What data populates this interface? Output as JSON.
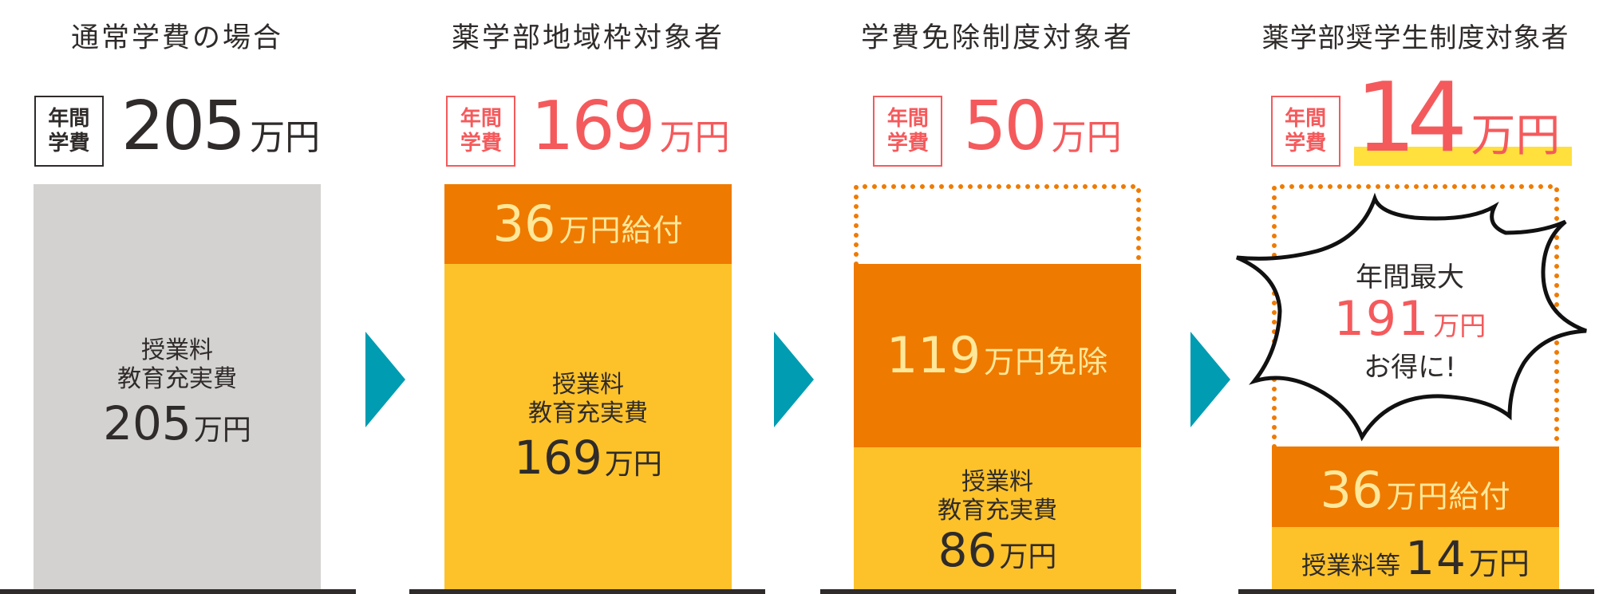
{
  "columns": [
    {
      "title": "通常学費の場合",
      "badge": {
        "line1": "年間",
        "line2": "学費"
      },
      "annual_fee": {
        "value": "205",
        "unit": "万円"
      },
      "accent_color": "#2f2b2a",
      "blocks": [
        {
          "kind": "tuition",
          "label1": "授業料",
          "label2": "教育充実費",
          "value": "205",
          "unit": "万円",
          "color": "#d3d2d0"
        }
      ]
    },
    {
      "title": "薬学部地域枠対象者",
      "badge": {
        "line1": "年間",
        "line2": "学費"
      },
      "annual_fee": {
        "value": "169",
        "unit": "万円"
      },
      "accent_color": "#f45a5c",
      "blocks": [
        {
          "kind": "grant",
          "value": "36",
          "suffix": "万円給付",
          "color": "#ef7a00"
        },
        {
          "kind": "tuition",
          "label1": "授業料",
          "label2": "教育充実費",
          "value": "169",
          "unit": "万円",
          "color": "#fdc22a"
        }
      ]
    },
    {
      "title": "学費免除制度対象者",
      "badge": {
        "line1": "年間",
        "line2": "学費"
      },
      "annual_fee": {
        "value": "50",
        "unit": "万円"
      },
      "accent_color": "#f45a5c",
      "blocks": [
        {
          "kind": "exemption",
          "value": "119",
          "suffix": "万円免除",
          "color": "#ef7a00"
        },
        {
          "kind": "tuition",
          "label1": "授業料",
          "label2": "教育充実費",
          "value": "86",
          "unit": "万円",
          "color": "#fdc22a"
        }
      ]
    },
    {
      "title": "薬学部奨学生制度対象者",
      "badge": {
        "line1": "年間",
        "line2": "学費"
      },
      "annual_fee": {
        "value": "14",
        "unit": "万円"
      },
      "accent_color": "#f45a5c",
      "highlight_color": "#ffe03c",
      "callout": {
        "line1": "年間最大",
        "value": "191",
        "unit": "万円",
        "line3": "お得に!"
      },
      "blocks": [
        {
          "kind": "grant",
          "value": "36",
          "suffix": "万円給付",
          "color": "#ef7a00"
        },
        {
          "kind": "tuition",
          "label": "授業料等",
          "value": "14",
          "unit": "万円",
          "color": "#fdc22a"
        }
      ]
    }
  ],
  "arrows": [
    {
      "icon": "triangle-right-icon",
      "color": "#009cb1"
    },
    {
      "icon": "triangle-right-icon",
      "color": "#009cb1"
    },
    {
      "icon": "triangle-right-icon",
      "color": "#009cb1"
    }
  ],
  "colors": {
    "text": "#2f2b2a",
    "price_red": "#f45a5c",
    "gray_bar": "#d3d2d0",
    "orange": "#ef7a00",
    "yellow": "#fdc22a",
    "orange_text": "#ffe89a",
    "highlight": "#ffe03c",
    "arrow_teal": "#009cb1",
    "baseline": "#2f2b2a"
  },
  "chart_data": {
    "type": "bar",
    "stacked": true,
    "title": "",
    "xlabel": "",
    "ylabel": "",
    "unit": "万円",
    "categories": [
      "通常学費の場合",
      "薬学部地域枠対象者",
      "学費免除制度対象者",
      "薬学部奨学生制度対象者"
    ],
    "annual_fee": [
      205,
      169,
      50,
      14
    ],
    "series": [
      {
        "name": "授業料・教育充実費",
        "values": [
          205,
          169,
          86,
          14
        ]
      },
      {
        "name": "給付",
        "values": [
          0,
          36,
          0,
          36
        ]
      },
      {
        "name": "免除",
        "values": [
          0,
          0,
          119,
          0
        ]
      }
    ],
    "annotations": [
      "36万円給付",
      "119万円免除",
      "36万円給付",
      "年間最大191万円お得に!"
    ],
    "legend": "none",
    "grid": false
  }
}
